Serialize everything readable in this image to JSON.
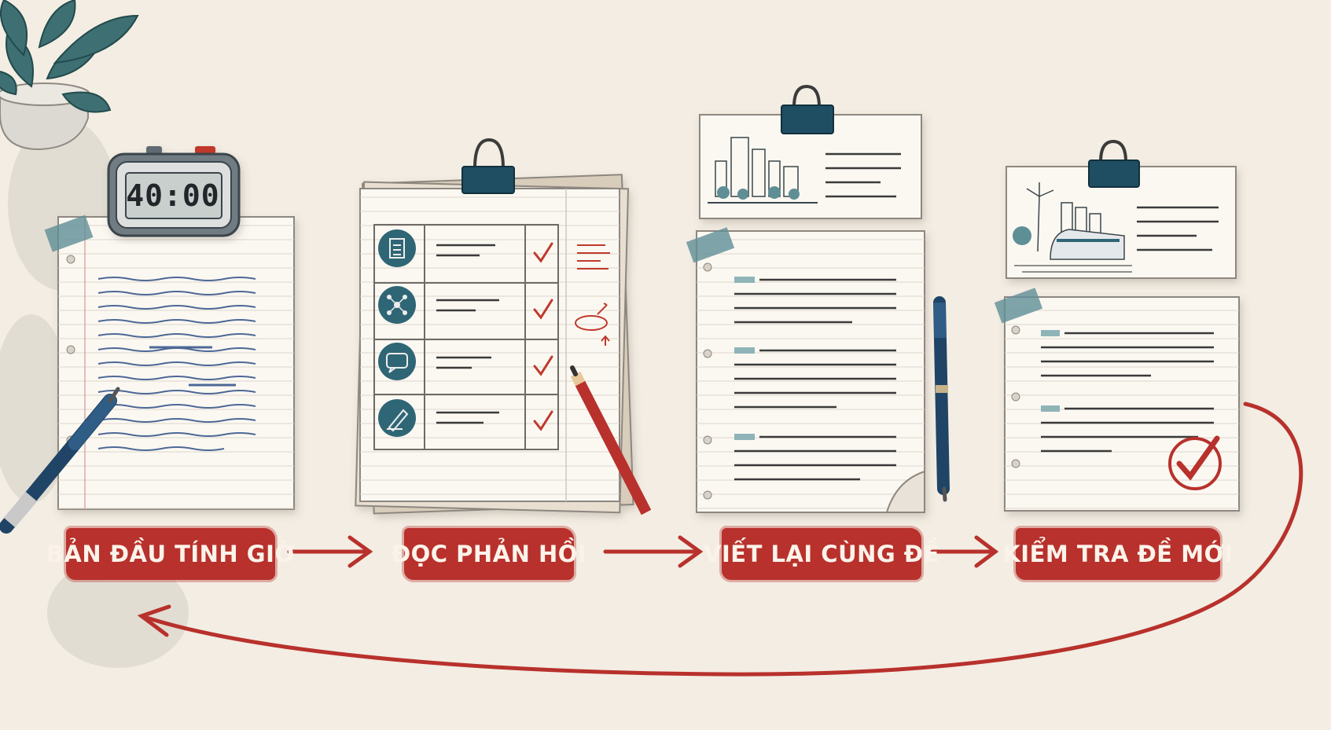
{
  "timer": {
    "display": "40:00"
  },
  "steps": [
    {
      "label": "BẢN ĐẦU TÍNH GIỜ"
    },
    {
      "label": "ĐỌC PHẢN HỒI"
    },
    {
      "label": "VIẾT LẠI CÙNG ĐỀ"
    },
    {
      "label": "KIỂM TRA ĐỀ MỚI"
    }
  ],
  "colors": {
    "background": "#f3ede3",
    "accent_red": "#b8312c",
    "ink_blue": "#22486b",
    "teal": "#2f6676"
  },
  "icons": [
    "plant-icon",
    "timer-icon",
    "pen-icon",
    "binder-clip-icon",
    "checkmark-icon",
    "pencil-icon",
    "document-icon",
    "network-icon",
    "speech-bubble-icon",
    "edit-icon",
    "city-icon",
    "train-icon",
    "wind-turbine-icon",
    "arrow-icon",
    "loop-arrow-icon"
  ]
}
